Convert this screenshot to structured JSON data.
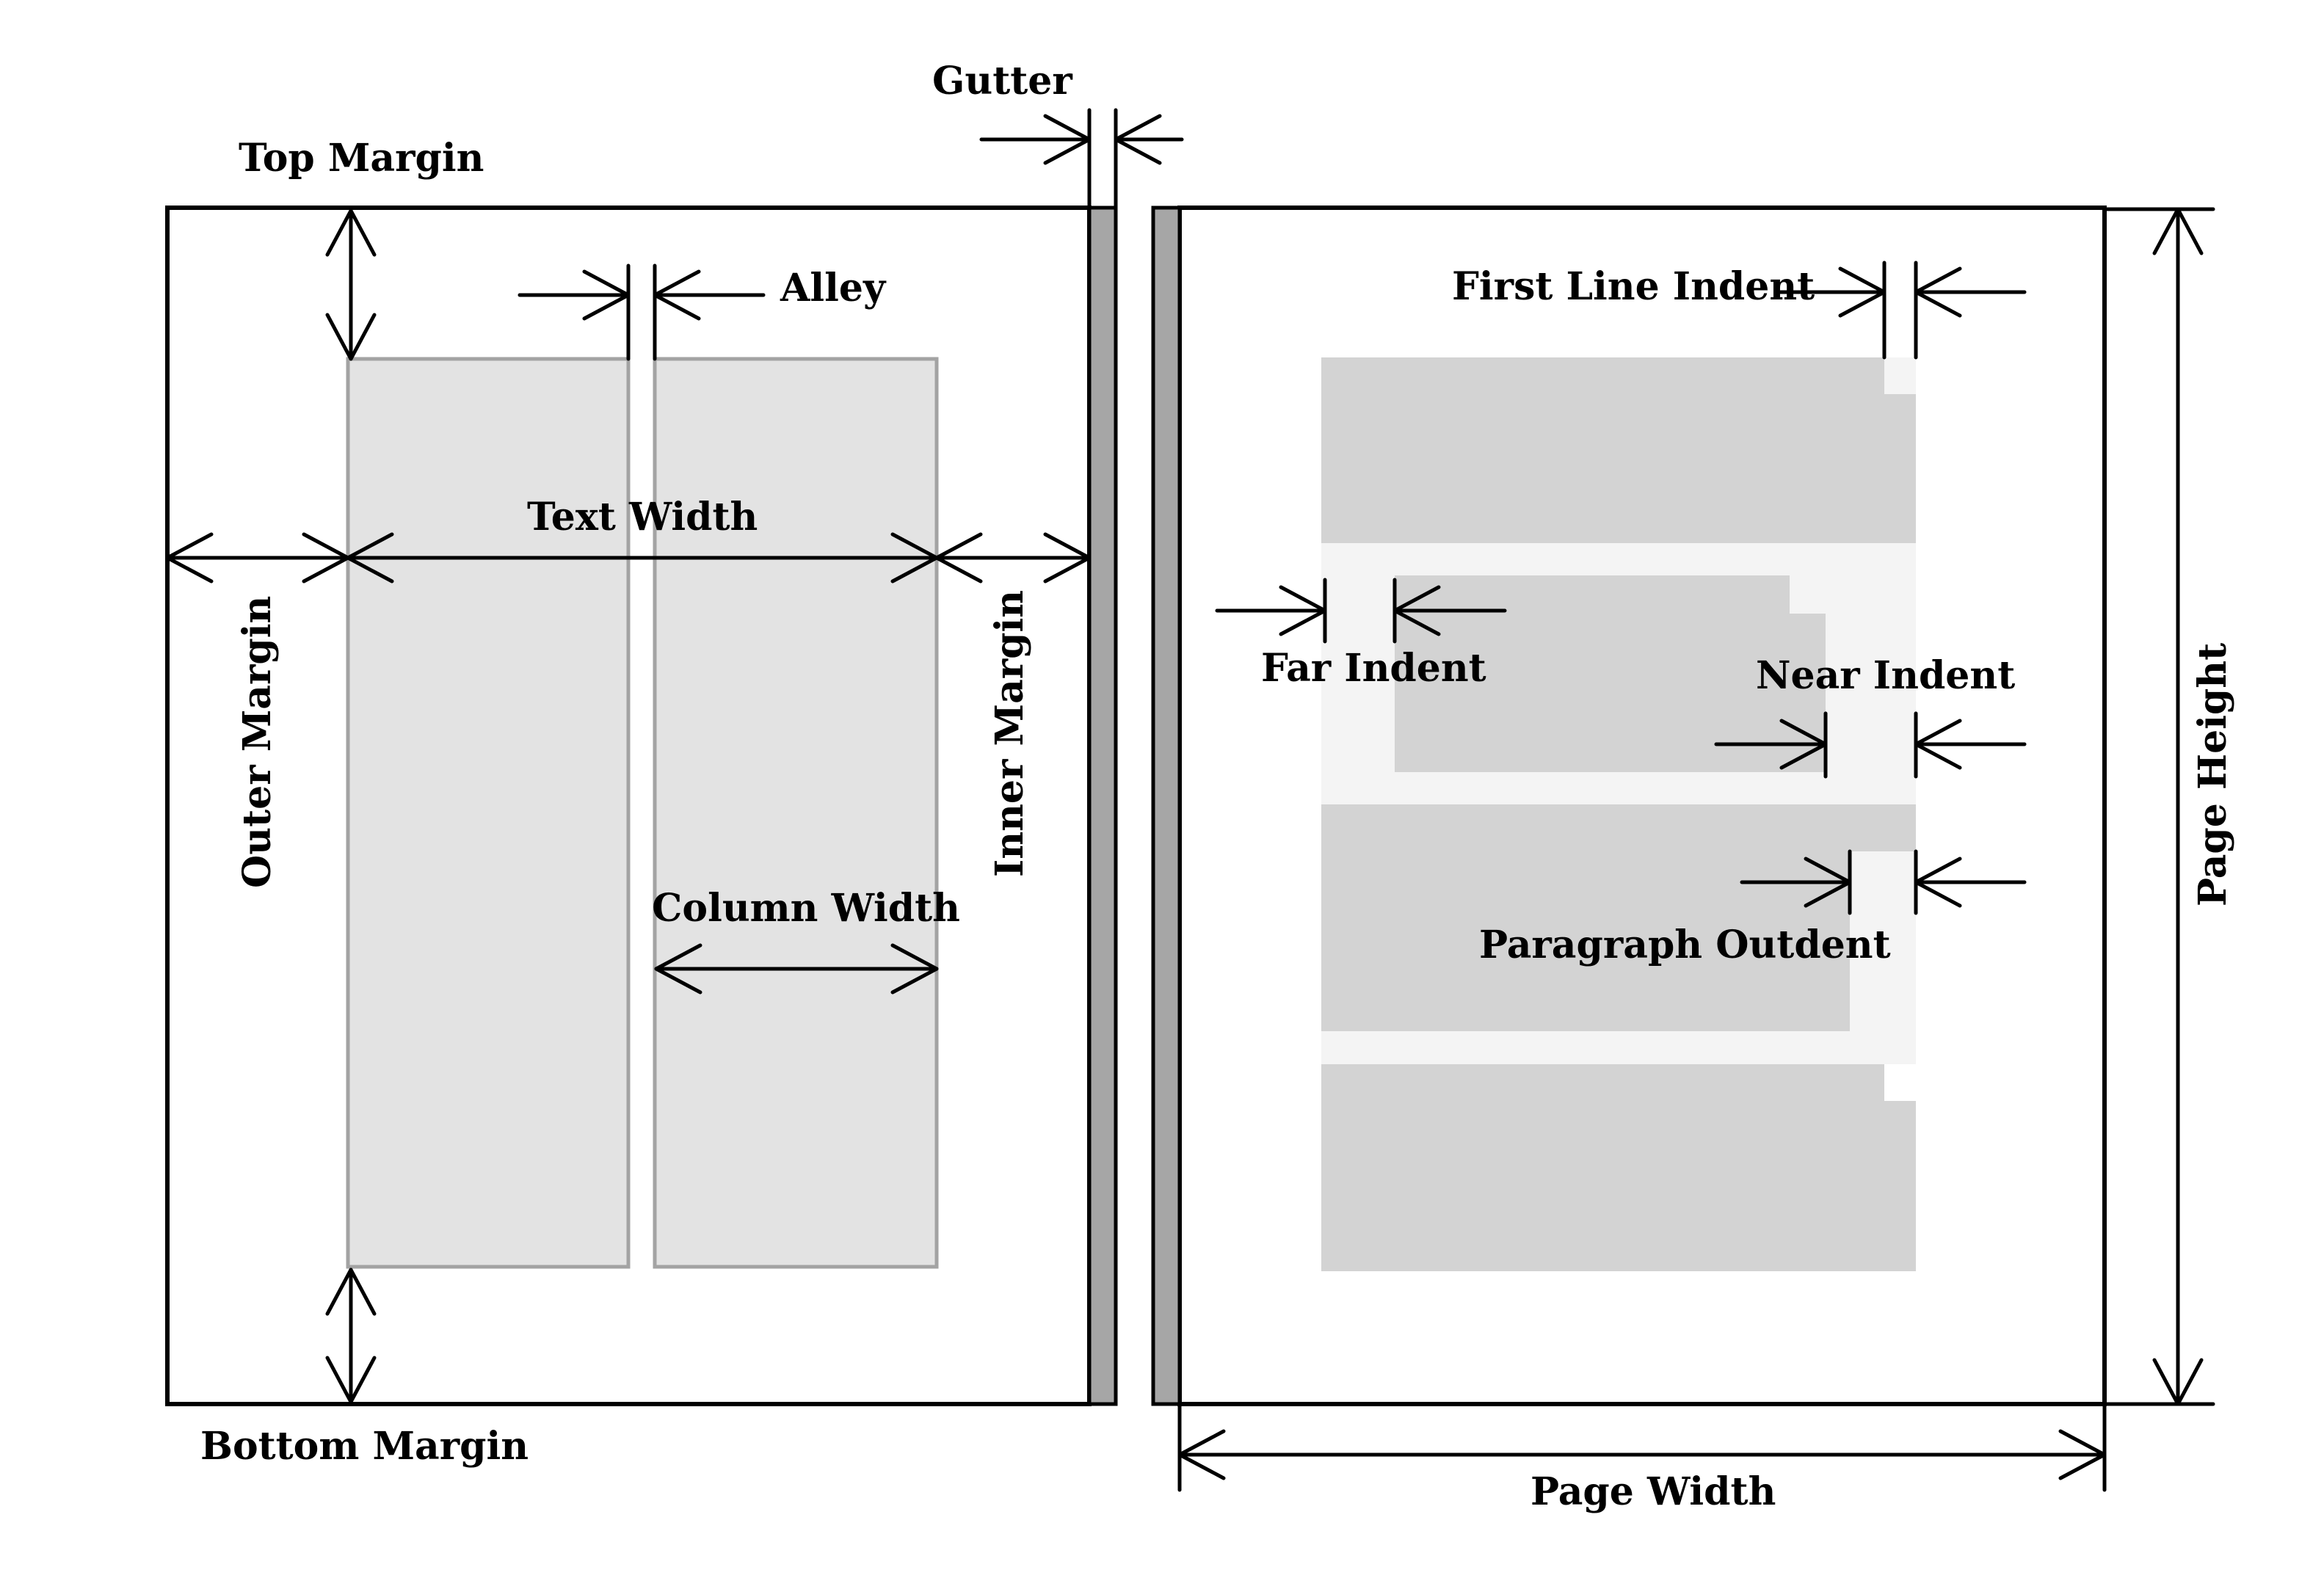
{
  "labels": {
    "gutter": "Gutter",
    "top_margin": "Top Margin",
    "alley": "Alley",
    "text_width": "Text Width",
    "outer_margin": "Outer Margin",
    "inner_margin": "Inner Margin",
    "column_width": "Column Width",
    "bottom_margin": "Bottom Margin",
    "first_line_indent": "First Line Indent",
    "far_indent": "Far Indent",
    "near_indent": "Near Indent",
    "paragraph_outdent": "Paragraph Outdent",
    "page_height": "Page Height",
    "page_width": "Page Width"
  },
  "colors": {
    "ink": "#000000",
    "binding": "#a6a6a6",
    "column_fill": "#e3e3e3",
    "column_stroke": "#a3a3a3",
    "paragraph_fill": "#d3d3d3",
    "indent_fill": "#f4f4f4"
  }
}
